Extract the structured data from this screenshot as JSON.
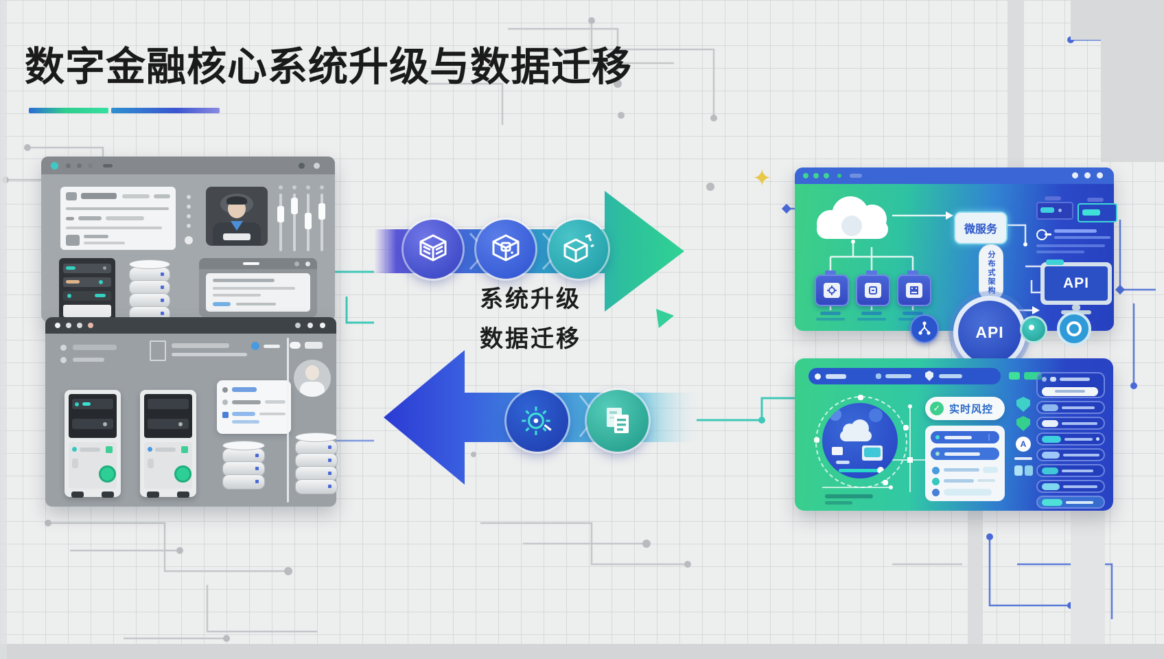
{
  "title": {
    "text": "数字金融核心系统升级与数据迁移"
  },
  "flow": {
    "upgrade_label": "系统升级",
    "migration_label": "数据迁移"
  },
  "modern_system": {
    "window_top": {
      "service_tag": "微服务",
      "vertical_tag": "分布式架构",
      "monitor_text": "API"
    },
    "api_ring_text": "API",
    "window_bottom": {
      "risk_tag": "实时风控",
      "badge_letter": "A"
    }
  },
  "icons": {
    "sparkle": "✦",
    "check": "✓"
  },
  "colors": {
    "title_text": "#1a1a1a",
    "underline_green": "#2ecd8e",
    "underline_blue": "#4a5ad0",
    "upgrade_gradient_start": "#5b57d6",
    "upgrade_gradient_end": "#30d493",
    "migration_gradient_start": "#2936d2",
    "migration_gradient_end": "#46b8d8",
    "legacy_gray": "#9ba0a5",
    "modern_green": "#3bcf8b",
    "modern_blue": "#2742c2",
    "accent_teal": "#3fd0c8"
  }
}
